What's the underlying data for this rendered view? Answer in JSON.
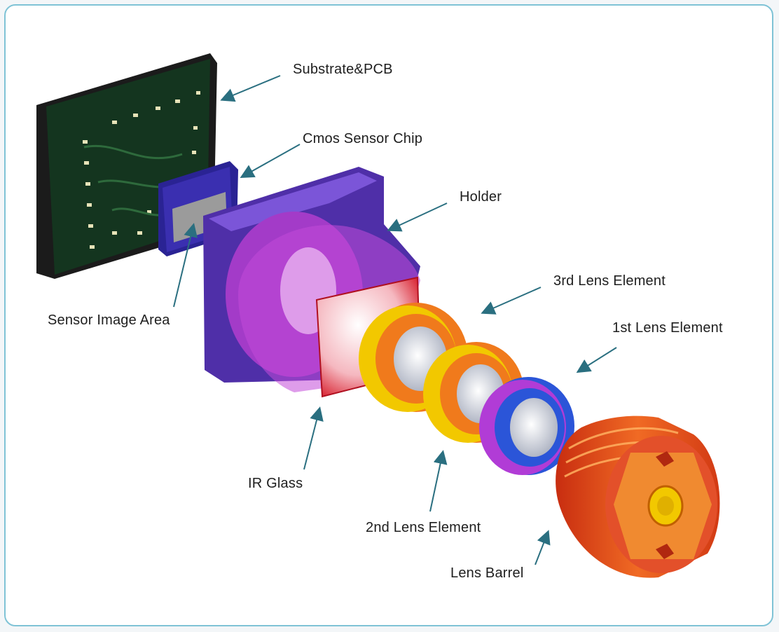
{
  "labels": {
    "substrate_pcb": "Substrate&PCB",
    "cmos_sensor_chip": "Cmos Sensor Chip",
    "holder": "Holder",
    "lens3": "3rd Lens Element",
    "lens1": "1st Lens Element",
    "sensor_image_area": "Sensor Image Area",
    "ir_glass": "IR Glass",
    "lens2": "2nd Lens Element",
    "lens_barrel": "Lens Barrel"
  },
  "colors": {
    "frame_border": "#7fc3d6",
    "arrow": "#2a6f80",
    "pcb": "#14351f",
    "sensor_chip": "#3a2fb0",
    "holder": "#6a3fc8",
    "ir_glass": "#e03040",
    "lens_ring_orange": "#f07a1c",
    "lens_ring_yellow": "#f2c800",
    "lens_ring_blue": "#2b55d8",
    "barrel": "#e8421e"
  }
}
